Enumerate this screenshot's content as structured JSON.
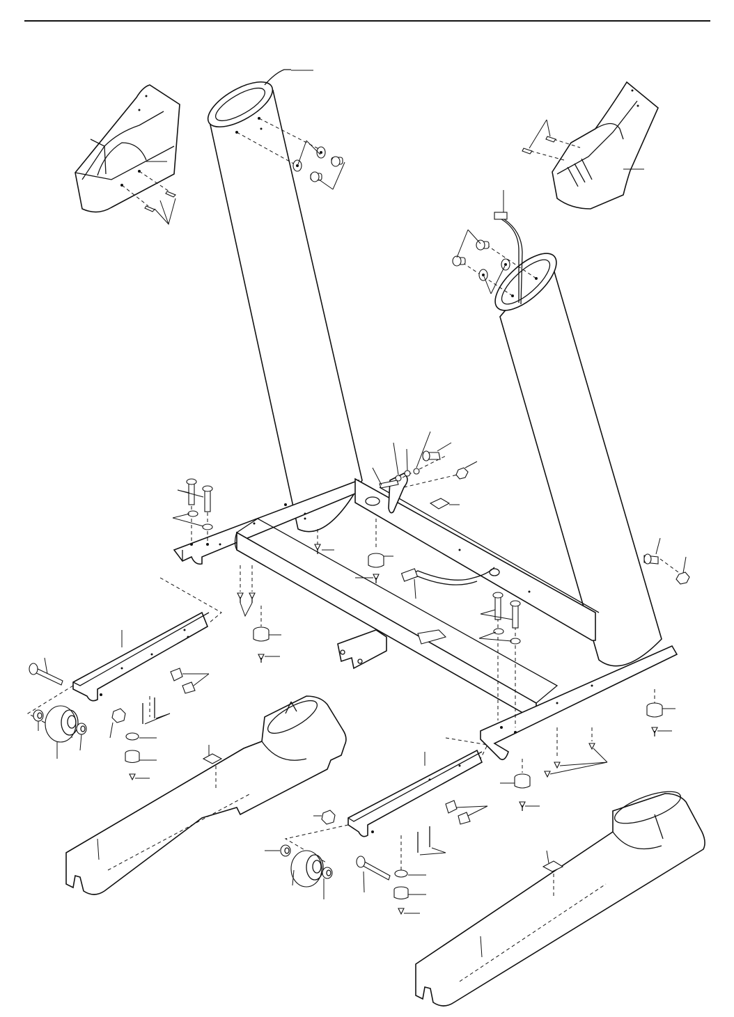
{
  "diagram": {
    "kind": "exploded-parts-view",
    "parts": [
      "left-upright",
      "right-upright",
      "left-upright-cover",
      "right-upright-cover",
      "wire-harness-upper",
      "wire-harness-frame",
      "base-frame",
      "front-crossbar",
      "left-base-rail",
      "right-base-rail",
      "left-base-cover",
      "right-base-cover",
      "left-wheel",
      "right-wheel",
      "leveling-feet",
      "bolts",
      "washers",
      "screws",
      "nuts",
      "decal-pads"
    ],
    "colors": {
      "line": "#111111",
      "background": "#ffffff"
    }
  }
}
